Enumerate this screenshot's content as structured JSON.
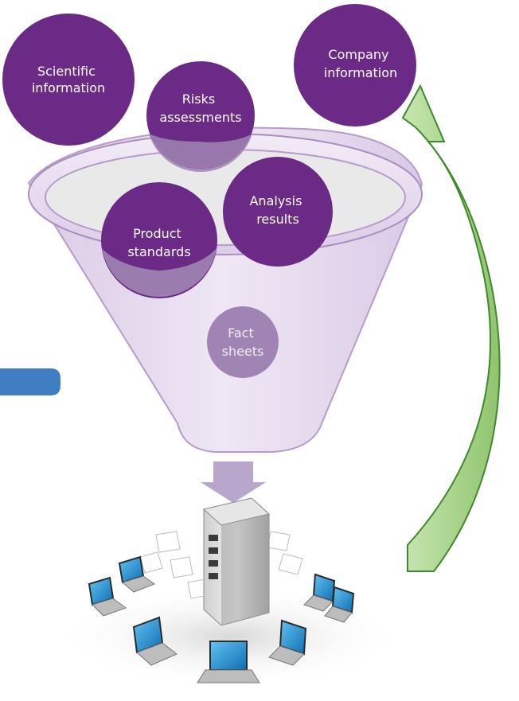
{
  "colors": {
    "bubble": "#6a2a86",
    "bubble_faded": "#a085b4",
    "funnel_fill": "#d9c8e6",
    "funnel_stroke": "#b79ccb",
    "green_arrow": "#9ccc7c",
    "green_stroke": "#3f8a2c",
    "blue_arrow": "#3f7ec2",
    "down_arrow": "#b9a6cc"
  },
  "bubbles": {
    "scientific": {
      "line1": "Scientific",
      "line2": "information"
    },
    "risks": {
      "line1": "Risks",
      "line2": "assessments"
    },
    "company": {
      "line1": "Company",
      "line2": "information"
    },
    "analysis": {
      "line1": "Analysis",
      "line2": "results"
    },
    "product": {
      "line1": "Product",
      "line2": "standards"
    },
    "fact": {
      "line1": "Fact",
      "line2": "sheets"
    }
  },
  "icons": {
    "server": "server-icon",
    "laptop": "laptop-icon",
    "document": "document-icon"
  }
}
